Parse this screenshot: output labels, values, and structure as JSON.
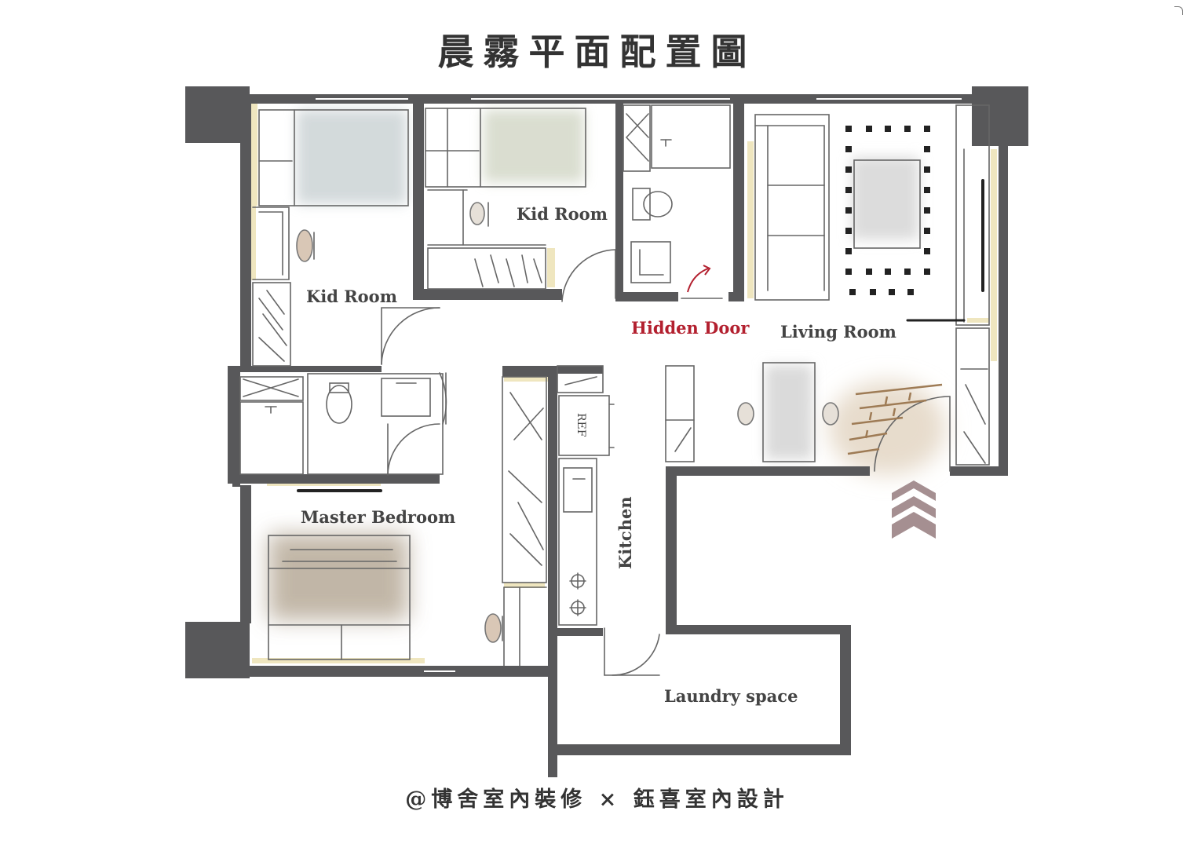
{
  "title": "晨霧平面配置圖",
  "footer": "@博舍室內裝修 × 鈺喜室內設計",
  "rooms": {
    "kid_room_1": "Kid Room",
    "kid_room_2": "Kid Room",
    "hidden_door": "Hidden Door",
    "living_room": "Living Room",
    "master_bedroom": "Master Bedroom",
    "kitchen": "Kitchen",
    "laundry": "Laundry space"
  },
  "fixtures": {
    "fridge": "REF"
  },
  "colors": {
    "wall": "#58585a",
    "hidden_door_label": "#b3202f",
    "entry_arrow": "#a58f91",
    "wood_accent": "#efe4b8",
    "floor_wood": "#b89a7a"
  },
  "icons": [
    "entry-arrow-icon",
    "hidden-door-arrow-icon"
  ]
}
